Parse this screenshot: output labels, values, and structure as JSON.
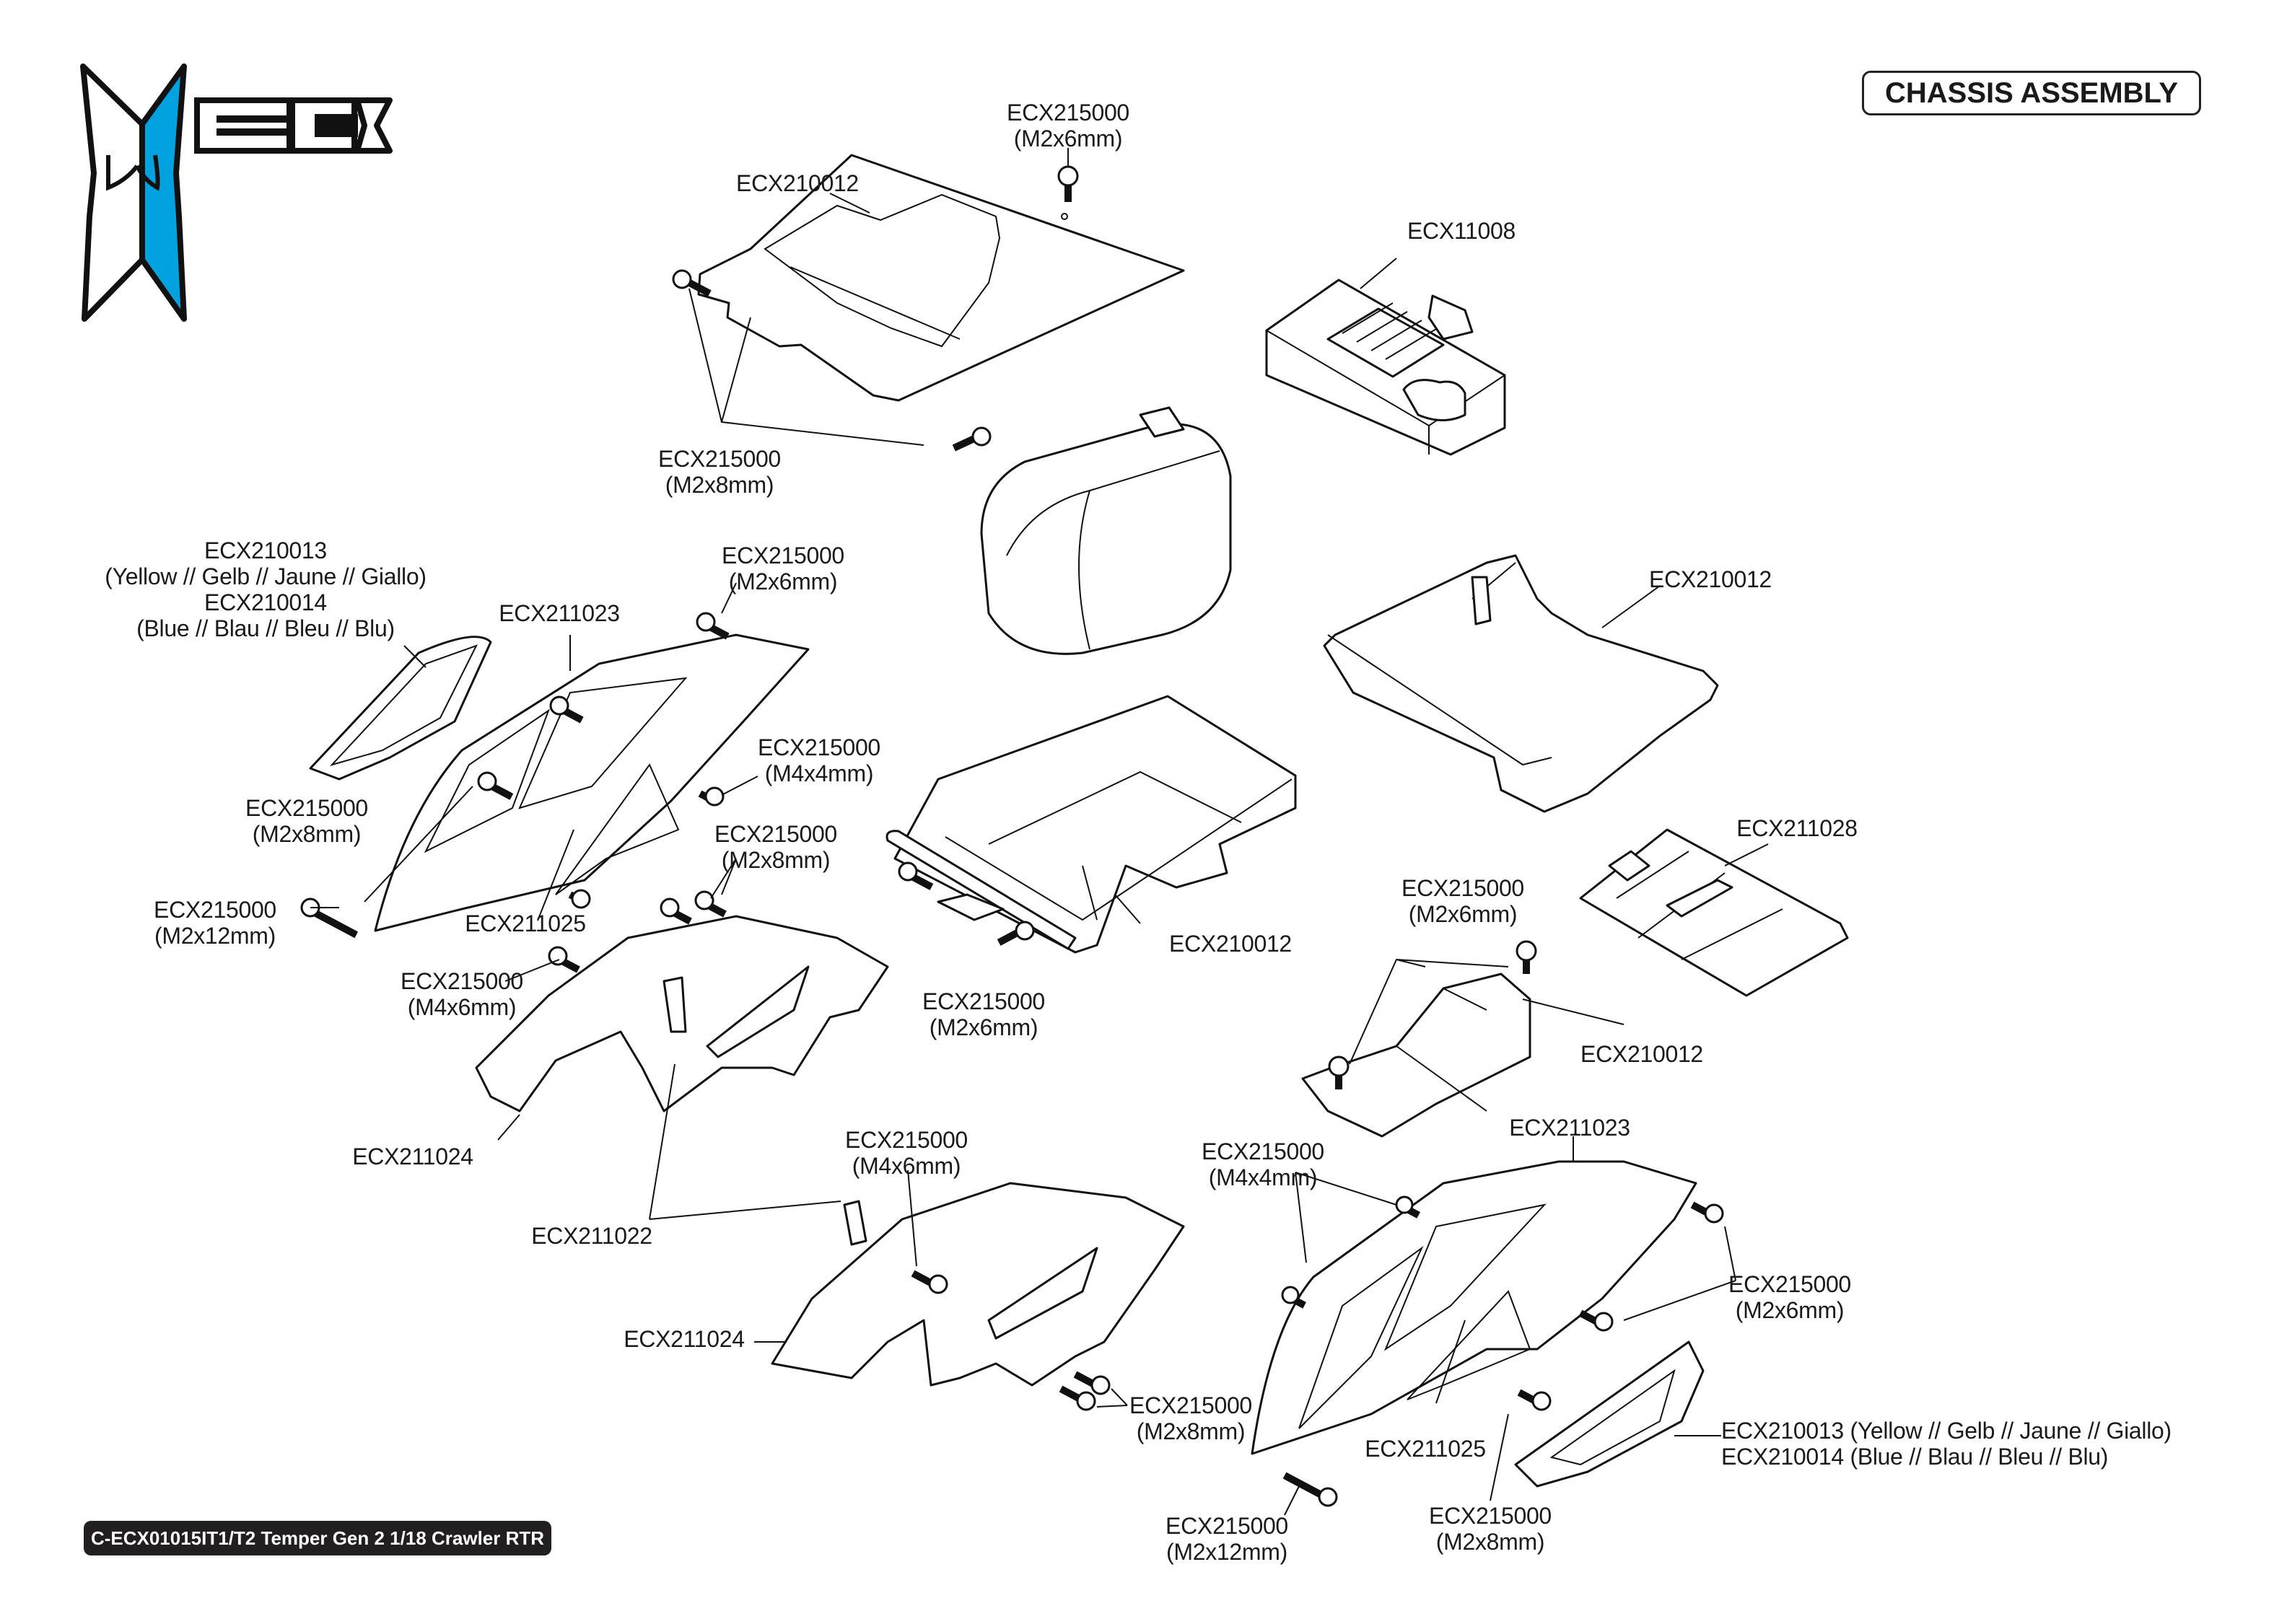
{
  "brand": {
    "logo_text": "ECX",
    "logo_accent_color": "#00a3e0"
  },
  "header": {
    "title": "CHASSIS ASSEMBLY"
  },
  "footer": {
    "text": "C-ECX01015IT1/T2 Temper Gen 2 1/18 Crawler RTR"
  },
  "colors": {
    "line": "#111111",
    "background": "#ffffff",
    "footer_bg": "#231f20"
  },
  "callouts": [
    {
      "id": "c01",
      "lines": [
        "ECX215000",
        "(M2x6mm)"
      ]
    },
    {
      "id": "c02",
      "lines": [
        "ECX210012"
      ]
    },
    {
      "id": "c03",
      "lines": [
        "ECX11008"
      ]
    },
    {
      "id": "c04",
      "lines": [
        "ECX215000",
        "(M2x8mm)"
      ]
    },
    {
      "id": "c05",
      "lines": [
        "ECX210013",
        "(Yellow // Gelb // Jaune // Giallo)",
        "ECX210014",
        "(Blue // Blau // Bleu // Blu)"
      ]
    },
    {
      "id": "c06",
      "lines": [
        "ECX215000",
        "(M2x6mm)"
      ]
    },
    {
      "id": "c07",
      "lines": [
        "ECX211023"
      ]
    },
    {
      "id": "c08",
      "lines": [
        "ECX210012"
      ]
    },
    {
      "id": "c09",
      "lines": [
        "ECX215000",
        "(M4x4mm)"
      ]
    },
    {
      "id": "c10",
      "lines": [
        "ECX215000",
        "(M2x8mm)"
      ]
    },
    {
      "id": "c11",
      "lines": [
        "ECX215000",
        "(M2x8mm)"
      ]
    },
    {
      "id": "c12",
      "lines": [
        "ECX215000",
        "(M2x12mm)"
      ]
    },
    {
      "id": "c13",
      "lines": [
        "ECX211025"
      ]
    },
    {
      "id": "c14",
      "lines": [
        "ECX215000",
        "(M4x6mm)"
      ]
    },
    {
      "id": "c15",
      "lines": [
        "ECX211028"
      ]
    },
    {
      "id": "c16",
      "lines": [
        "ECX210012"
      ]
    },
    {
      "id": "c17",
      "lines": [
        "ECX215000",
        "(M2x6mm)"
      ]
    },
    {
      "id": "c18",
      "lines": [
        "ECX215000",
        "(M2x6mm)"
      ]
    },
    {
      "id": "c19",
      "lines": [
        "ECX210012"
      ]
    },
    {
      "id": "c20",
      "lines": [
        "ECX211024"
      ]
    },
    {
      "id": "c21",
      "lines": [
        "ECX211023"
      ]
    },
    {
      "id": "c22",
      "lines": [
        "ECX215000",
        "(M4x6mm)"
      ]
    },
    {
      "id": "c23",
      "lines": [
        "ECX215000",
        "(M4x4mm)"
      ]
    },
    {
      "id": "c24",
      "lines": [
        "ECX211022"
      ]
    },
    {
      "id": "c25",
      "lines": [
        "ECX215000",
        "(M2x6mm)"
      ]
    },
    {
      "id": "c26",
      "lines": [
        "ECX211024"
      ]
    },
    {
      "id": "c27",
      "lines": [
        "ECX215000",
        "(M2x8mm)"
      ]
    },
    {
      "id": "c28",
      "lines": [
        "ECX211025"
      ]
    },
    {
      "id": "c29",
      "lines": [
        "ECX210013 (Yellow // Gelb // Jaune // Giallo)",
        "ECX210014 (Blue // Blau // Bleu // Blu)"
      ]
    },
    {
      "id": "c30",
      "lines": [
        "ECX215000",
        "(M2x12mm)"
      ]
    },
    {
      "id": "c31",
      "lines": [
        "ECX215000",
        "(M2x8mm)"
      ]
    }
  ]
}
